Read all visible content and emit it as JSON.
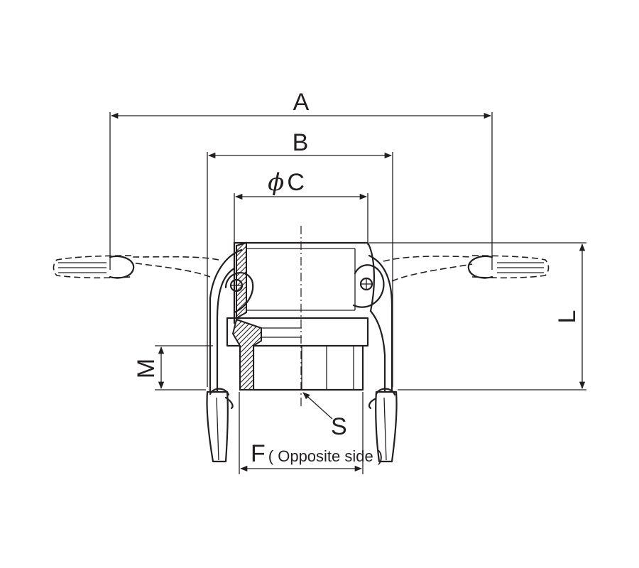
{
  "dimensions": {
    "a": "A",
    "b": "B",
    "c_symbol": "ϕ",
    "c": "C",
    "l": "L",
    "m": "M",
    "s": "S",
    "f": "F",
    "f_note": "( Opposite side )"
  }
}
